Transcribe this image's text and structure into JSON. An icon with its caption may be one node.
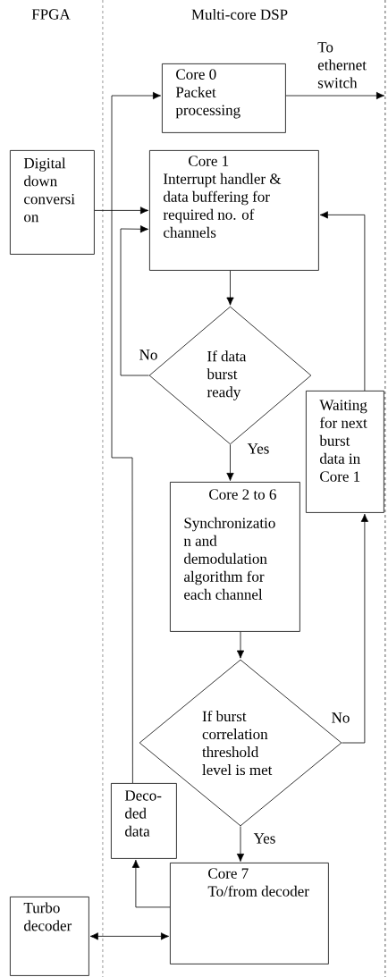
{
  "diagram": {
    "nodes": [
      {
        "text": [
          "Core 0",
          "Packet processing"
        ]
      },
      {
        "text": [
          "Digital down conversi on"
        ]
      },
      {
        "text": [
          "Core 1",
          "Interrupt handler & data buffering for required no. of channels"
        ]
      },
      {
        "text": [
          "If data burst ready"
        ]
      },
      {
        "text": [
          "Waiting for next burst data in Core 1"
        ]
      },
      {
        "text": [
          "Core 2 to 6",
          "Synchronizatio n and demodulation algorithm for each channel"
        ]
      },
      {
        "text": [
          "If burst correlation threshold level is met"
        ]
      },
      {
        "text": [
          "Deco- ded data"
        ]
      },
      {
        "text": [
          "Core 7",
          "To/from decoder"
        ]
      },
      {
        "text": [
          "Turbo decoder"
        ]
      }
    ],
    "edges": [
      {
        "from": 7,
        "to": 0,
        "arrow": "to"
      },
      {
        "from": 1,
        "to": 2,
        "arrow": "to"
      },
      {
        "from": 3,
        "to": 2,
        "arrow": "to",
        "label": "No"
      },
      {
        "from": 2,
        "to": 3,
        "arrow": "to"
      },
      {
        "from": 3,
        "to": 5,
        "arrow": "to",
        "label": "Yes"
      },
      {
        "from": 5,
        "to": 6,
        "arrow": "to"
      },
      {
        "from": 6,
        "to": 4,
        "arrow": "to",
        "label": "No"
      },
      {
        "from": 4,
        "to": 2,
        "arrow": "to"
      },
      {
        "from": 6,
        "to": 8,
        "arrow": "to",
        "label": "Yes"
      },
      {
        "from": 8,
        "to": 7,
        "arrow": "to"
      },
      {
        "from": 9,
        "to": 8,
        "arrow": "both"
      },
      {
        "from": 0,
        "to": null,
        "arrow": "to",
        "label": "To ethernet switch"
      }
    ],
    "labels": [
      "FPGA",
      "Multi-core DSP"
    ]
  }
}
